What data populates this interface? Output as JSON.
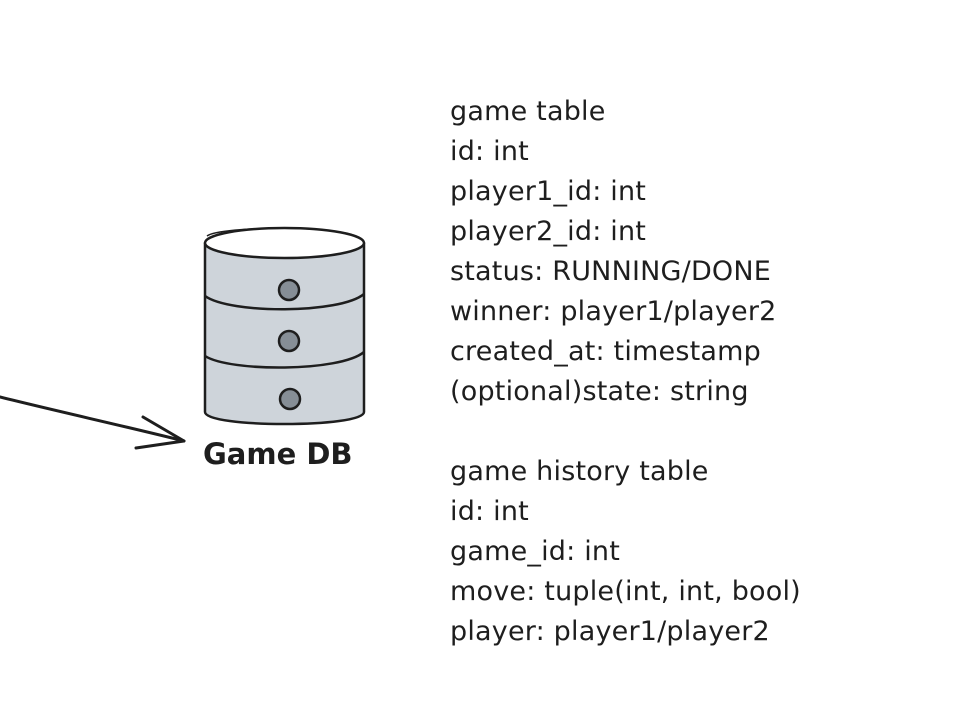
{
  "database": {
    "label": "Game DB",
    "icon": "database-cylinder-icon",
    "fill_color": "#ced4da",
    "dot_color": "#868e96",
    "stroke_color": "#1e1e1e"
  },
  "arrow": {
    "icon": "arrow-right-icon",
    "color": "#1e1e1e"
  },
  "tables": [
    {
      "lines": [
        "game table",
        "id: int",
        "player1_id: int",
        "player2_id: int",
        "status: RUNNING/DONE",
        "winner: player1/player2",
        "created_at: timestamp",
        "(optional)state: string"
      ]
    },
    {
      "lines": [
        "game history table",
        "id: int",
        "game_id: int",
        "move: tuple(int, int, bool)",
        "player: player1/player2"
      ]
    }
  ]
}
